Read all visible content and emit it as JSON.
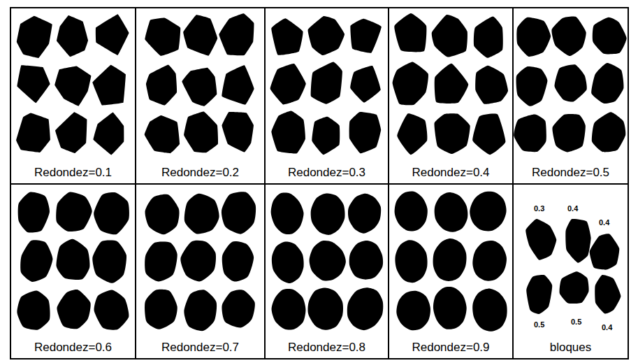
{
  "diagram": {
    "nodes": [
      {
        "text": [
          "Redondez=0.1"
        ]
      },
      {
        "text": [
          "Redondez=0.2"
        ]
      },
      {
        "text": [
          "Redondez=0.3"
        ]
      },
      {
        "text": [
          "Redondez=0.4"
        ]
      },
      {
        "text": [
          "Redondez=0.5"
        ]
      },
      {
        "text": [
          "Redondez=0.6"
        ]
      },
      {
        "text": [
          "Redondez=0.7"
        ]
      },
      {
        "text": [
          "Redondez=0.8"
        ]
      },
      {
        "text": [
          "Redondez=0.9"
        ]
      },
      {
        "text": [
          "bloques"
        ]
      }
    ],
    "labels": [
      "0.3",
      "0.4",
      "0.4",
      "0.5",
      "0.5",
      "0.4"
    ]
  }
}
